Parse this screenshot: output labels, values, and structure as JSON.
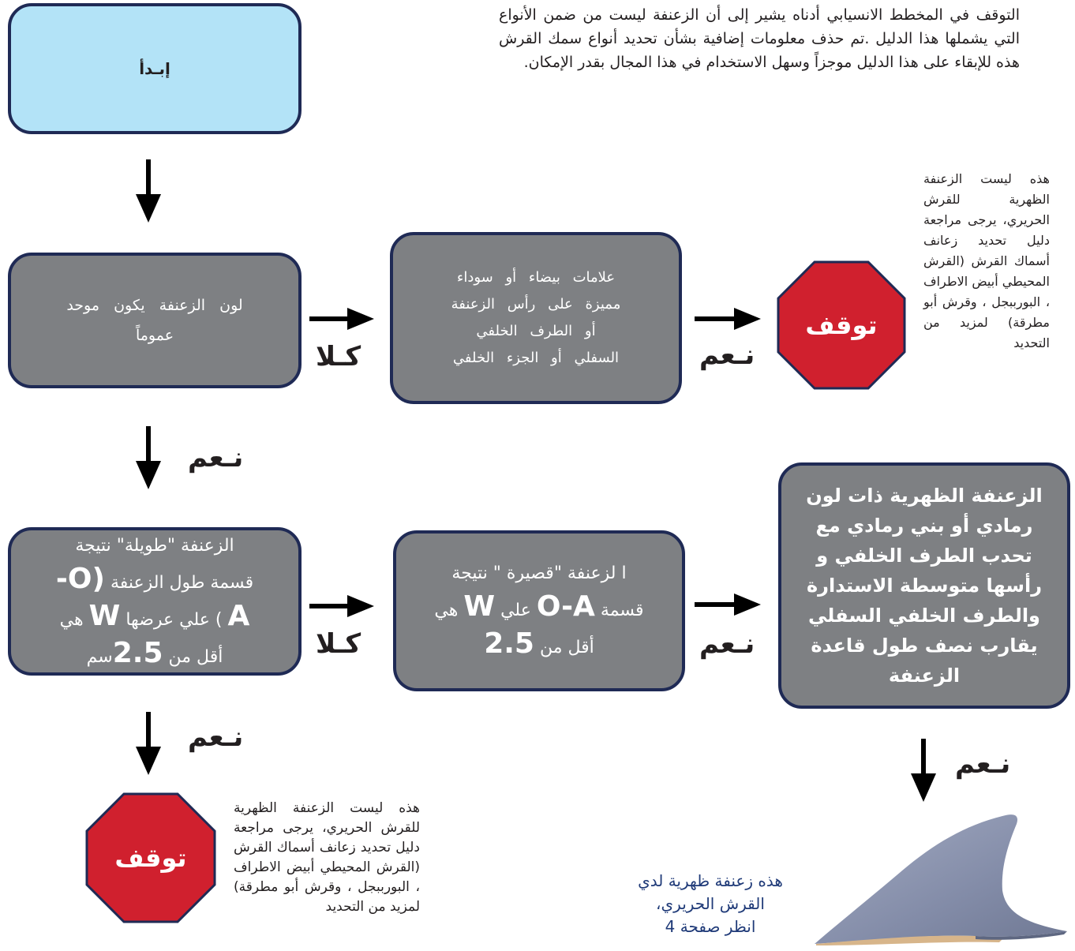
{
  "intro_note": "التوقف في المخطط الانسيابي أدناه يشير إلى أن الزعنفة ليست من ضمن الأنواع التي يشملها هذا الدليل .تم حذف معلومات إضافية بشأن تحديد أنواع سمك القرش هذه للإبقاء على هذا الدليل موجزاً وسهل الاستخدام في هذا المجال بقدر الإمكان.",
  "start": {
    "label": "إبـدأ"
  },
  "q1": {
    "text": "لون الزعنفة يكون موحد عموماً"
  },
  "q2": {
    "text": "علامات بيضاء أو سوداء مميزة على رأس الزعنفة أو الطرف الخلفي السفلي أو الجزء الخلفي"
  },
  "q3": {
    "line1": "الزعنفة \"طويلة\" نتيجة",
    "line2_pre": "قسمة طول الزعنفة",
    "line2_val": "(O-",
    "line3_val1": "A",
    "line3_mid": ") علي عرضها",
    "line3_val2": "W",
    "line3_post": "هي",
    "line4_pre": "أقل من",
    "line4_val": "2.5",
    "line4_unit": "سم"
  },
  "q4": {
    "line1": "ا لزعنفة \"قصيرة \" نتيجة",
    "line2_pre": "قسمة",
    "line2_val1": "O-A",
    "line2_mid": "علي",
    "line2_val2": "W",
    "line2_post": "هي",
    "line3_pre": "أقل من",
    "line3_val": "2.5"
  },
  "q5": {
    "text": "الزعنفة الظهرية ذات لون رمادي أو بني رمادي مع تحدب الطرف الخلفي و رأسها متوسطة الاستدارة والطرف الخلفي السفلي يقارب نصف طول قاعدة الزعنفة"
  },
  "stop_label": "توقف",
  "stop_note_top": "هذه ليست الزعنفة الظهرية للقرش الحريري، يرجى مراجعة دليل تحديد زعانف أسماك القرش (القرش المحيطي أبيض الاطراف ، البورببجل ، وقرش أبو مطرقة) لمزيد من التحديد",
  "stop_note_bottom": "هذه ليست الزعنفة الظهرية للقرش الحريري، يرجى مراجعة دليل تحديد زعانف أسماك القرش (القرش المحيطي أبيض الاطراف ، البورببجل ، وقرش أبو مطرقة) لمزيد من التحديد",
  "labels": {
    "no": "كـلا",
    "yes": "نـعم"
  },
  "caption": {
    "line1": "هذه زعنفة ظهرية لدي",
    "line2": "القرش الحريري،",
    "line3": "انظر صفحة 4"
  },
  "colors": {
    "box_fill": "#7e8083",
    "box_border": "#1f2a55",
    "start_fill": "#b3e3f7",
    "stop_fill": "#d0202e",
    "fin": "#8a93ad",
    "caption": "#1f3a78"
  }
}
